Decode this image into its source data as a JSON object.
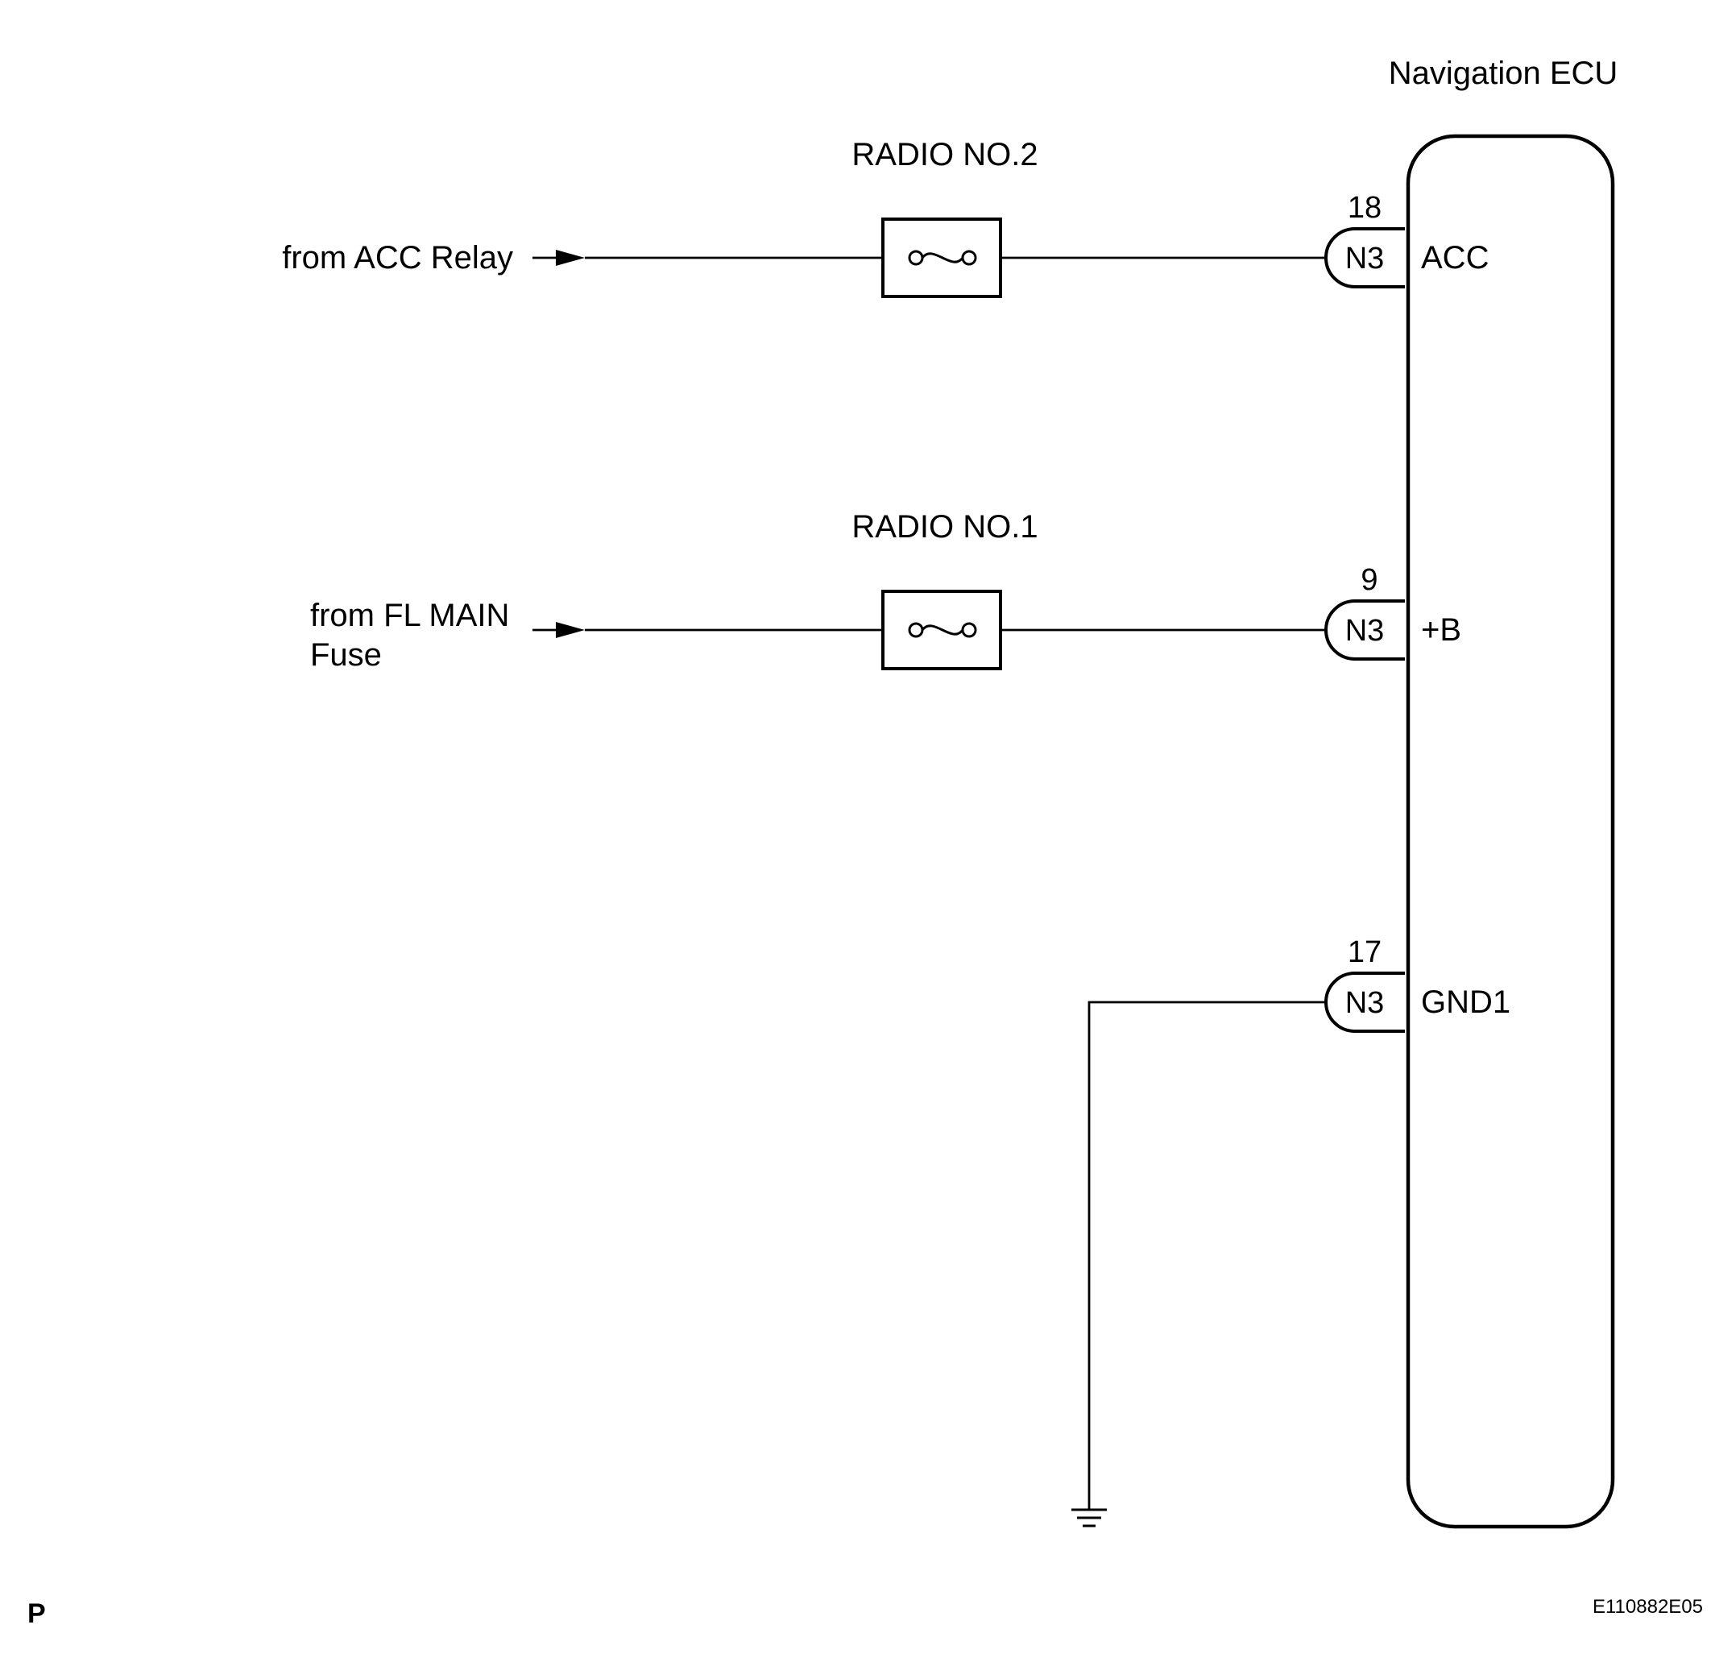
{
  "diagram": {
    "ecu": {
      "title": "Navigation ECU"
    },
    "circuits": [
      {
        "source": "from ACC Relay",
        "fuse": "RADIO NO.2",
        "connector": "N3",
        "pin": "18",
        "terminal": "ACC"
      },
      {
        "source": "from FL MAIN Fuse",
        "source_line1": "from FL MAIN",
        "source_line2": "Fuse",
        "fuse": "RADIO NO.1",
        "connector": "N3",
        "pin": "9",
        "terminal": "+B"
      },
      {
        "source": "",
        "fuse": "",
        "connector": "N3",
        "pin": "17",
        "terminal": "GND1",
        "ground_icon": "ground-icon"
      }
    ],
    "corner_mark": "P",
    "figure_code": "E110882E05"
  }
}
